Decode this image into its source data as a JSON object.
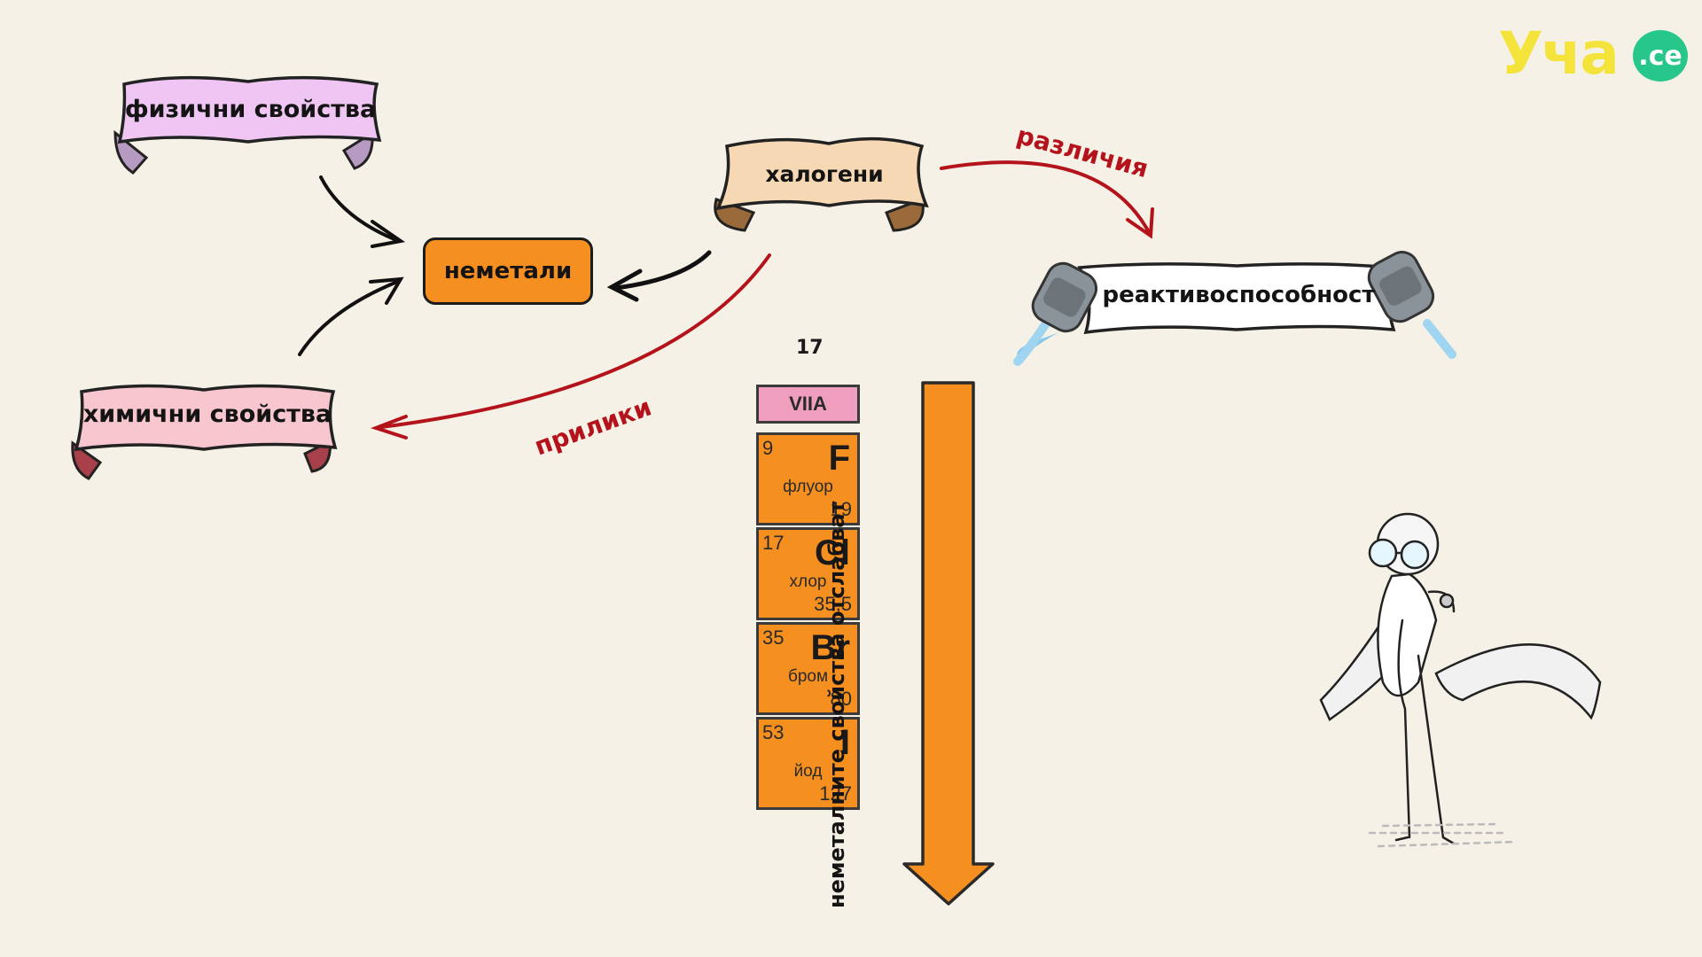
{
  "logo": {
    "text": "Уча",
    "badge": ".се"
  },
  "nodes": {
    "physical": "физични свойства",
    "chemical": "химични свойства",
    "nonmetals": "неметали",
    "halogens": "халогени",
    "reactivity": "реактивоспособност"
  },
  "arrow_labels": {
    "differences": "различия",
    "similarities": "прилики"
  },
  "periodic_group": {
    "number": "17",
    "label": "VIIA",
    "elements": [
      {
        "number": "9",
        "symbol": "F",
        "name": "флуор",
        "mass": "19"
      },
      {
        "number": "17",
        "symbol": "Cl",
        "name": "хлор",
        "mass": "35,5"
      },
      {
        "number": "35",
        "symbol": "Br",
        "name": "бром",
        "mass": "80"
      },
      {
        "number": "53",
        "symbol": "I",
        "name": "йод",
        "mass": "127"
      }
    ]
  },
  "trend": "неметалните свойства отслабват",
  "colors": {
    "background": "#f6f1e6",
    "nonmetals_fill": "#f58f1f",
    "physical_scroll": "#efc6f3",
    "chemical_scroll": "#f7c6cf",
    "halogens_scroll": "#f7d8b5",
    "arrow_red": "#b5131b",
    "logo_yellow": "#f3e33b",
    "logo_green": "#27c78c"
  }
}
